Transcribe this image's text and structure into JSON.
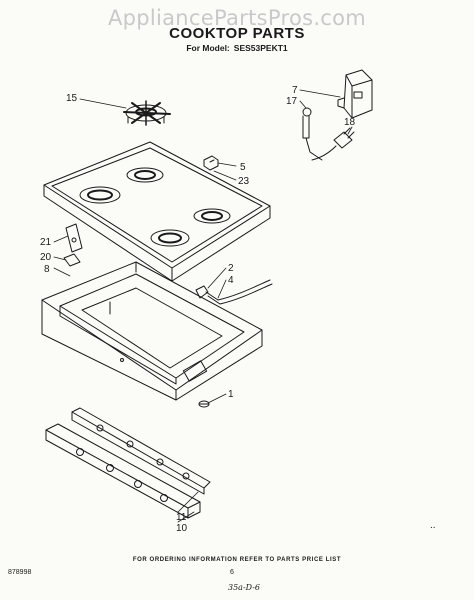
{
  "watermark": "AppliancePartsPros.com",
  "title": "COOKTOP PARTS",
  "model_label": "For Model:",
  "model_number": "SES53PEKT1",
  "callouts": {
    "c15": "15",
    "c7": "7",
    "c17": "17",
    "c18": "18",
    "c5": "5",
    "c23": "23",
    "c21": "21",
    "c20": "20",
    "c8": "8",
    "c2": "2",
    "c4": "4",
    "c1": "1",
    "c11": "11",
    "c10": "10"
  },
  "footer_note": "FOR ORDERING INFORMATION REFER TO PARTS PRICE LIST",
  "doc_number": "878998",
  "page_number": "6",
  "handwritten_note": "35a-D-6"
}
